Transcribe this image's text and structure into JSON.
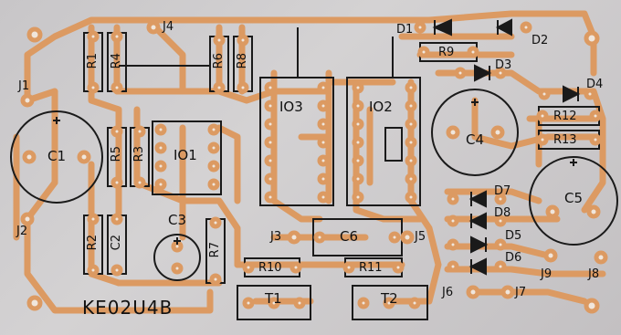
{
  "board_code": "KE02U4B",
  "colors": {
    "board": "#cbc8ca",
    "copper": "#dc9a62",
    "silk": "#1a1a1a",
    "pad": "#f0e6dc"
  },
  "labels": {
    "J1": "J1",
    "J2": "J2",
    "J3": "J3",
    "J4": "J4",
    "J5": "J5",
    "J6": "J6",
    "J7": "J7",
    "J8": "J8",
    "J9": "J9",
    "R1": "R1",
    "R2": "R2",
    "R3": "R3",
    "R4": "R4",
    "R5": "R5",
    "R6": "R6",
    "R7": "R7",
    "R8": "R8",
    "R9": "R9",
    "R10": "R10",
    "R11": "R11",
    "R12": "R12",
    "R13": "R13",
    "C1": "C1",
    "C2": "C2",
    "C3": "C3",
    "C4": "C4",
    "C5": "C5",
    "C6": "C6",
    "D1": "D1",
    "D2": "D2",
    "D3": "D3",
    "D4": "D4",
    "D5": "D5",
    "D6": "D6",
    "D7": "D7",
    "D8": "D8",
    "IO1": "IO1",
    "IO2": "IO2",
    "IO3": "IO3",
    "T1": "T1",
    "T2": "T2"
  }
}
